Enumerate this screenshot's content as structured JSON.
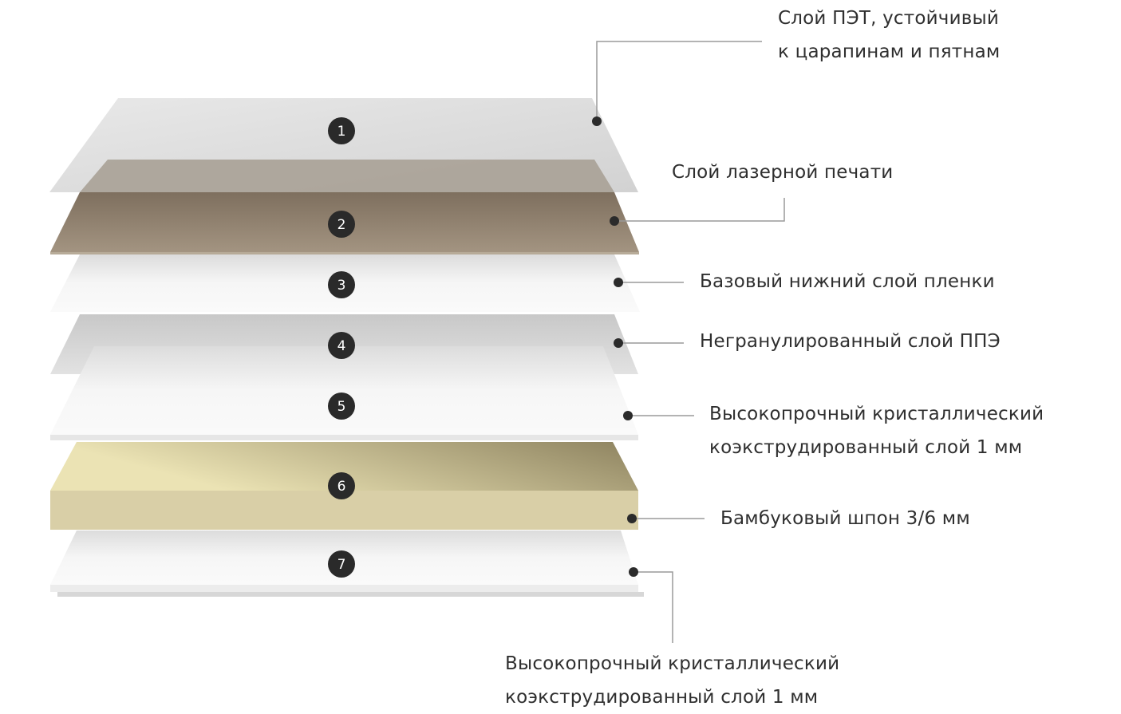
{
  "layers": [
    {
      "number": "1",
      "label_lines": [
        "Слой ПЭТ, устойчивый",
        "к царапинам и пятнам"
      ],
      "color": "#dcdcdc"
    },
    {
      "number": "2",
      "label_lines": [
        "Слой лазерной печати"
      ],
      "color": "#8f8170"
    },
    {
      "number": "3",
      "label_lines": [
        "Базовый нижний слой пленки"
      ],
      "color": "#f4f4f4"
    },
    {
      "number": "4",
      "label_lines": [
        "Негранулированный слой ППЭ"
      ],
      "color": "#c8c8c8"
    },
    {
      "number": "5",
      "label_lines": [
        "Высокопрочный кристаллический",
        "коэкструдированный слой 1 мм"
      ],
      "color": "#f2f2f2"
    },
    {
      "number": "6",
      "label_lines": [
        "Бамбуковый шпон 3/6 мм"
      ],
      "color": "#d9d0a8"
    },
    {
      "number": "7",
      "label_lines": [
        "Высокопрочный кристаллический",
        "коэкструдированный слой 1 мм"
      ],
      "color": "#f2f2f2"
    }
  ]
}
